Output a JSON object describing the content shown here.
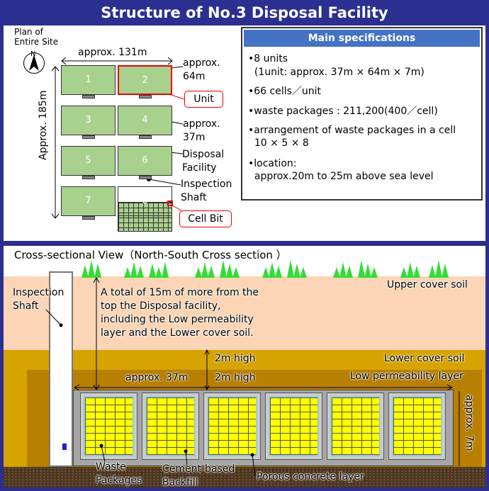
{
  "title": "Structure of No.3 Disposal Facility",
  "plan": {
    "label": "Plan of\nEntire Site",
    "north": "N",
    "width": "approx. 131m",
    "height": "Approx. 185m",
    "unit_len": "approx.\n64m",
    "unit_wid": "approx.\n37m",
    "units": [
      "1",
      "2",
      "3",
      "4",
      "5",
      "6",
      "7",
      "8"
    ],
    "callout_unit": "Unit",
    "callout_cell": "Cell Bit",
    "disposal": "Disposal\nFacility",
    "inspection": "Inspection\nShaft"
  },
  "specs": {
    "header": "Main  specifications",
    "items": [
      "•8  units",
      "  (1unit: approx. 37m × 64m × 7m)",
      "•66 cells／unit",
      "•waste packages : 211,200(400／cell)",
      "•arrangement of waste packages in a cell",
      "  10 × 5 × 8",
      "•location:",
      "  approx.20m to 25m above sea level"
    ]
  },
  "section": {
    "title": "Cross-sectional View（North-South Cross section ）",
    "inspection": "Inspection\nShaft",
    "note": "A total of 15m of more from the\ntop the Disposal facility,\nincluding the Low permeability\nlayer and the Lower cover soil.",
    "upper": "Upper cover soil",
    "lower": "Lower cover soil",
    "lowperm": "Low permeability layer",
    "h1": "2m high",
    "h2": "2m high",
    "width": "approx. 37m",
    "height": "approx. 7m",
    "waste": "Waste\nPackages",
    "backfill": "Cement-based\nBackfill",
    "porous": "Porous concrete layer"
  },
  "colors": {
    "frame": "#2b2f8f",
    "unit": "#a9d18e",
    "upper_soil": "#fbd5b5",
    "lower_soil": "#d6a300",
    "low_perm": "#b97f00",
    "package": "#ffff00"
  }
}
